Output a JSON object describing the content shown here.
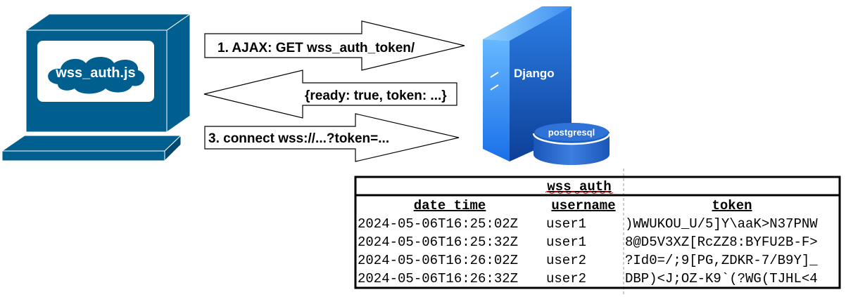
{
  "client": {
    "script_label": "wss_auth.js"
  },
  "server": {
    "label": "Django"
  },
  "database": {
    "label": "postgresql"
  },
  "steps": [
    {
      "text": "1. AJAX: GET wss_auth_token/"
    },
    {
      "text": "{ready: true, token: ...}"
    },
    {
      "text": "3. connect wss://...?token=..."
    }
  ],
  "table": {
    "title": "wss_auth",
    "columns": [
      "date_time",
      "username",
      "token"
    ],
    "rows": [
      [
        "2024-05-06T16:25:02Z",
        "user1",
        ")WWUKOU_U/5]Y\\aaK>N37PNW"
      ],
      [
        "2024-05-06T16:25:32Z",
        "user1",
        "8@D5V3XZ[RcZZ8:BYFU2B-F>"
      ],
      [
        "2024-05-06T16:26:02Z",
        "user2",
        "?Id0=/;9[PG,ZDKR-7/B9Y]_"
      ],
      [
        "2024-05-06T16:26:32Z",
        "user2",
        "DBP)<J;OZ-K9`(?WG(TJHL<4"
      ]
    ]
  },
  "colors": {
    "computer_blue": "#005f8f",
    "server_light": "#4aa3ff",
    "server_dark": "#0a4fb0",
    "db_blue": "#1b5fc0"
  }
}
